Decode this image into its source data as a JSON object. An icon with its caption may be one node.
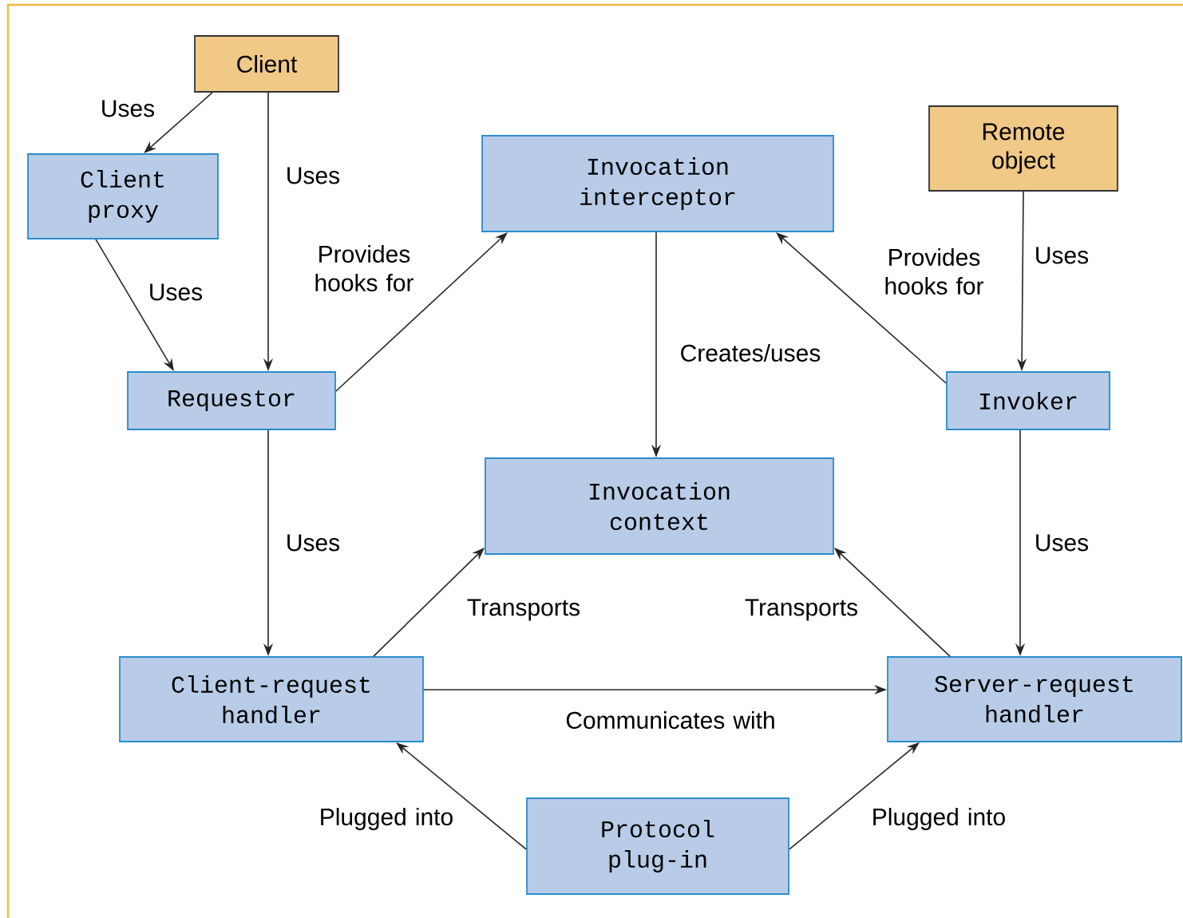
{
  "diagram": {
    "nodes": [
      {
        "text": [
          "Client"
        ]
      },
      {
        "text": [
          "Client proxy"
        ]
      },
      {
        "text": [
          "Requestor"
        ]
      },
      {
        "text": [
          "Invocation interceptor"
        ]
      },
      {
        "text": [
          "Remote object"
        ]
      },
      {
        "text": [
          "Invoker"
        ]
      },
      {
        "text": [
          "Invocation context"
        ]
      },
      {
        "text": [
          "Client-request handler"
        ]
      },
      {
        "text": [
          "Server-request handler"
        ]
      },
      {
        "text": [
          "Protocol plug-in"
        ]
      }
    ],
    "edges": [
      {
        "from": 0,
        "to": 1,
        "arrow": "to",
        "label": "Uses"
      },
      {
        "from": 0,
        "to": 2,
        "arrow": "to",
        "label": "Uses"
      },
      {
        "from": 1,
        "to": 2,
        "arrow": "to",
        "label": "Uses"
      },
      {
        "from": 2,
        "to": 3,
        "arrow": "to",
        "label": "Provides hooks for"
      },
      {
        "from": 5,
        "to": 3,
        "arrow": "to",
        "label": "Provides hooks for"
      },
      {
        "from": 4,
        "to": 5,
        "arrow": "to",
        "label": "Uses"
      },
      {
        "from": 3,
        "to": 6,
        "arrow": "to",
        "label": "Creates/uses"
      },
      {
        "from": 2,
        "to": 7,
        "arrow": "to",
        "label": "Uses"
      },
      {
        "from": 5,
        "to": 8,
        "arrow": "to",
        "label": "Uses"
      },
      {
        "from": 7,
        "to": 6,
        "arrow": "to",
        "label": "Transports"
      },
      {
        "from": 8,
        "to": 6,
        "arrow": "to",
        "label": "Transports"
      },
      {
        "from": 7,
        "to": 8,
        "arrow": "to",
        "label": "Communicates with"
      },
      {
        "from": 9,
        "to": 7,
        "arrow": "to",
        "label": "Plugged into"
      },
      {
        "from": 9,
        "to": 8,
        "arrow": "to",
        "label": "Plugged into"
      }
    ]
  }
}
